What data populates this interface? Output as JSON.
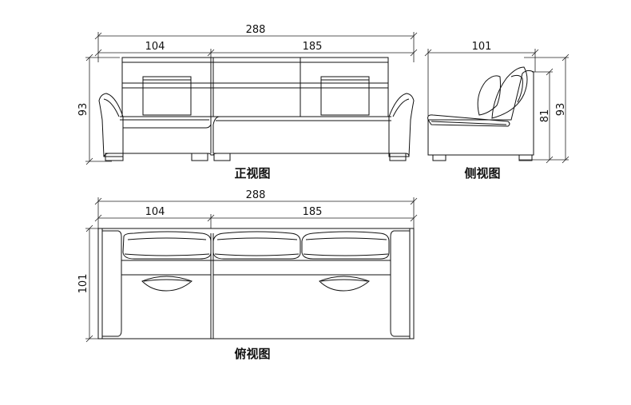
{
  "dimensions": {
    "front_total_width": "288",
    "front_left_width": "104",
    "front_right_width": "185",
    "front_height": "93",
    "side_depth": "101",
    "side_seat_back_height": "81",
    "side_total_height": "93",
    "top_total_width": "288",
    "top_left_width": "104",
    "top_right_width": "185",
    "top_depth": "101"
  },
  "captions": {
    "front_view": "正视图",
    "side_view": "侧视图",
    "top_view": "俯视图"
  }
}
